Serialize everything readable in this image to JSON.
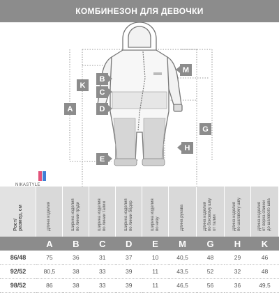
{
  "header": {
    "title": "КОМБИНЕЗОН ДЛЯ ДЕВОЧКИ"
  },
  "diagram": {
    "labels": {
      "A": "A",
      "B": "B",
      "C": "C",
      "D": "D",
      "E": "E",
      "G": "G",
      "H": "H",
      "K": "K",
      "M": "M"
    }
  },
  "brand": {
    "name": "NIKASTYLE",
    "logo_mark": "NS"
  },
  "table": {
    "first_header": "Рост/\nразмер, см",
    "columns": [
      {
        "header": "Длина изделия",
        "letter": "A"
      },
      {
        "header": "Ширина изделия\nпо линии груди",
        "letter": "B"
      },
      {
        "header": "Ширина изделия\nпо линии талии",
        "letter": "C"
      },
      {
        "header": "Ширина изделия\nпо линии бёдер",
        "letter": "D"
      },
      {
        "header": "Ширина изделия\nпо низу",
        "letter": "E"
      },
      {
        "header": "Длина рукава",
        "letter": "M"
      },
      {
        "header": "Длина изделия\nпо боковому шву\nот талии",
        "letter": "G"
      },
      {
        "header": "Длина изделия\nпо шаговому шву",
        "letter": "H"
      },
      {
        "header": "Длина изделия\nот верха спинки\nдо шагового шва",
        "letter": "K"
      }
    ],
    "rows": [
      {
        "size": "86/48",
        "values": [
          "75",
          "36",
          "31",
          "37",
          "10",
          "40,5",
          "48",
          "29",
          "46"
        ]
      },
      {
        "size": "92/52",
        "values": [
          "80,5",
          "38",
          "33",
          "39",
          "11",
          "43,5",
          "52",
          "32",
          "48"
        ]
      },
      {
        "size": "98/52",
        "values": [
          "86",
          "38",
          "33",
          "39",
          "11",
          "46,5",
          "56",
          "36",
          "49,5"
        ]
      }
    ]
  }
}
